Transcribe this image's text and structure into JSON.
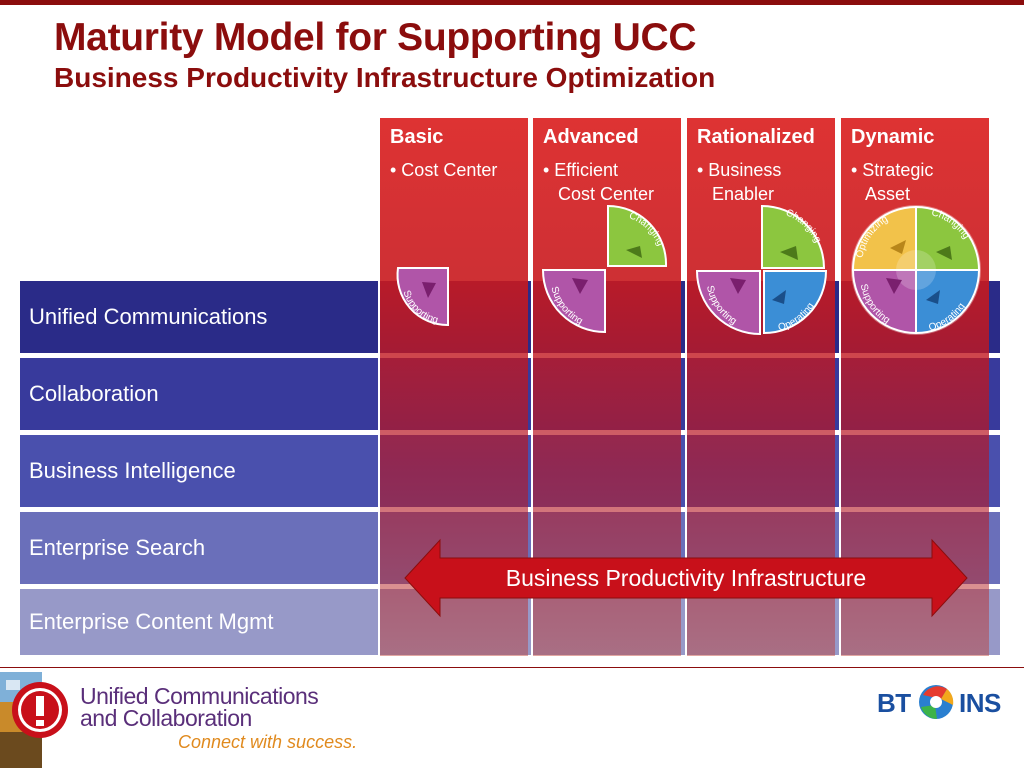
{
  "slide": {
    "title": "Maturity Model for Supporting UCC",
    "subtitle": "Business Productivity Infrastructure Optimization"
  },
  "rows": [
    {
      "label": "Unified Communications",
      "color": "#2a2b88"
    },
    {
      "label": "Collaboration",
      "color": "#383a9c"
    },
    {
      "label": "Business Intelligence",
      "color": "#4a50ad"
    },
    {
      "label": "Enterprise Search",
      "color": "#6a6fba"
    },
    {
      "label": "Enterprise Content Mgmt",
      "color": "#9799c8"
    }
  ],
  "columns": [
    {
      "title": "Basic",
      "desc": "• Cost Center"
    },
    {
      "title": "Advanced",
      "desc": "• Efficient\n   Cost Center"
    },
    {
      "title": "Rationalized",
      "desc": "• Business\n   Enabler"
    },
    {
      "title": "Dynamic",
      "desc": "• Strategic\n   Asset"
    }
  ],
  "quadrants": {
    "supporting": "Supporting",
    "changing": "Changing",
    "operating": "Operating",
    "optimizing": "Optimizing"
  },
  "arrow": {
    "label": "Business Productivity Infrastructure",
    "color": "#c8101a"
  },
  "footer": {
    "logo_line1": "Unified Communications",
    "logo_line2": "and Collaboration",
    "tagline": "Connect with success.",
    "bt": "BT",
    "ins": "INS"
  },
  "colors": {
    "title": "#8b0d0d",
    "supporting": "#b055a8",
    "changing": "#8cc63f",
    "operating": "#3b8ed6",
    "optimizing": "#f2c24a"
  }
}
